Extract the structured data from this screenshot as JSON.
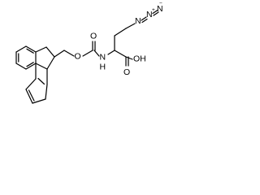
{
  "molecule": {
    "atoms": {
      "azide_n1": "N",
      "azide_n2": "N",
      "azide_n3": "N",
      "n2_charge": "+",
      "n3_charge": "−",
      "carbamate_o": "O",
      "carbamate_carbonyl_o": "O",
      "amine_nh": "N",
      "amine_h": "H",
      "acid_oh": "OH",
      "acid_carbonyl_o": "O"
    }
  }
}
